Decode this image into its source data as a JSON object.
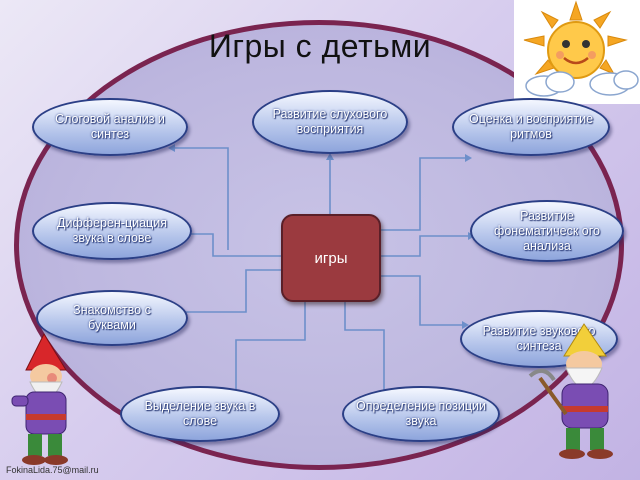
{
  "title": "Игры с детьми",
  "center_label": "игры",
  "nodes": {
    "syllabic": "Слоговой анализ и синтез",
    "auditory": "Развитие слухового восприятия",
    "rhythm": "Оценка и восприятие ритмов",
    "differentiation": "Дифферен-циация звука в слове",
    "phonemic": "Развитие фонематическ ого анализа",
    "letters": "Знакомство с буквами",
    "sound_synthesis": "Развитие звукового синтеза",
    "sound_extraction": "Выделение звука в слове",
    "sound_position": "Определение позиции звука"
  },
  "watermark": "FokinaLida.75@mail.ru",
  "colors": {
    "frame": "#7a2450",
    "center_fill": "#9b3a3f",
    "node_border": "#2b3f86",
    "connector": "#6d8fca"
  }
}
